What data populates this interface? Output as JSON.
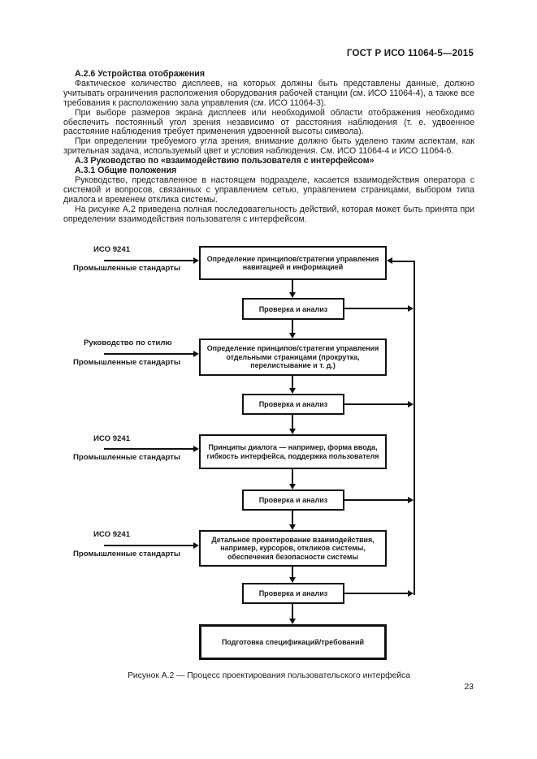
{
  "page": {
    "header": "ГОСТ Р ИСО 11064-5—2015",
    "page_number": "23"
  },
  "sections": {
    "a26_heading": "А.2.6 Устройства отображения",
    "a26_p1": "Фактическое количество дисплеев, на которых должны быть представлены данные, должно учитывать ограничения расположения оборудования рабочей станции (см. ИСО 11064-4), а также все требования к расположению зала управления (см. ИСО 11064-3).",
    "a26_p2": "При выборе размеров экрана дисплеев или необходимой области отображения необходимо обеспечить постоянный угол зрения независимо от расстояния наблюдения (т. е. удвоенное расстояние наблюдения требует применения удвоенной высоты символа).",
    "a26_p3": "При определении требуемого угла зрения, внимание должно быть уделено таким аспектам, как зрительная задача, используемый цвет и условия наблюдения. См. ИСО 11064-4 и ИСО 11064-6.",
    "a3_heading": "А.3 Руководство по «взаимодействию пользователя с интерфейсом»",
    "a31_heading": "А.3.1 Общие положения",
    "a31_p1": "Руководство, представленное в настоящем подразделе, касается взаимодействия оператора с системой и вопросов, связанных с управлением сетью, управлением страницами, выбором типа диалога и временем отклика системы.",
    "a31_p2": "На рисунке А.2 приведена полная последовательность действий, которая может быть принята при определении взаимодействия пользователя с интерфейсом."
  },
  "figure": {
    "rows": [
      {
        "labels": [
          "ИСО 9241",
          "Промышленные стандарты"
        ],
        "box": "Определение принципов/стратегии управления навигацией и информацией",
        "check": "Проверка и анализ"
      },
      {
        "labels": [
          "Руководство по стилю",
          "Промышленные стандарты"
        ],
        "box": "Определение принципов/стратегии управления отдельными страницами (прокрутка, перелистывание и т. д.)",
        "check": "Проверка и анализ"
      },
      {
        "labels": [
          "ИСО 9241",
          "Промышленные стандарты"
        ],
        "box": "Принципы диалога — например, форма ввода, гибкость интерфейса, поддержка пользователя",
        "check": "Проверка и анализ"
      },
      {
        "labels": [
          "ИСО 9241",
          "Промышленные стандарты"
        ],
        "box": "Детальное проектирование взаимодействия, например, курсоров, откликов системы, обеспечения безопасности системы",
        "check": "Проверка и анализ"
      }
    ],
    "final_box": "Подготовка спецификаций/требований",
    "caption": "Рисунок А.2 — Процесс проектирования пользовательского интерфейса"
  }
}
